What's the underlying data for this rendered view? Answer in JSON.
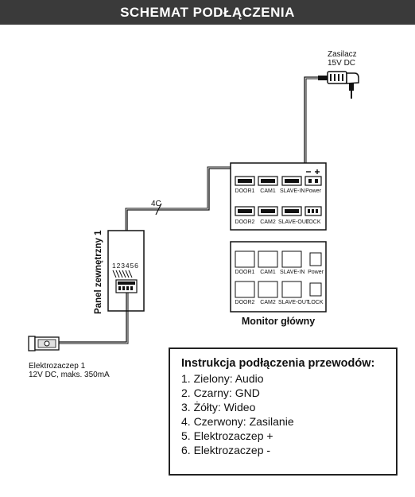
{
  "header": {
    "title": "SCHEMAT PODŁĄCZENIA"
  },
  "power_supply": {
    "line1": "Zasilacz",
    "line2": "15V DC"
  },
  "cable": {
    "label": "4C"
  },
  "panel": {
    "label": "Panel zewnętrzny 1",
    "pins": "123456"
  },
  "lock": {
    "line1": "Elektrozaczep 1",
    "line2": "12V DC, maks. 350mA"
  },
  "monitor": {
    "title": "Monitor główny",
    "back_ports": {
      "row1": [
        "DOOR1",
        "CAM1",
        "SLAVE-IN",
        "Power"
      ],
      "row2": [
        "DOOR2",
        "CAM2",
        "SLAVE-OUT",
        "LOCK"
      ]
    },
    "front_ports": {
      "row1": [
        "DOOR1",
        "CAM1",
        "SLAVE-IN",
        "Power"
      ],
      "row2": [
        "DOOR2",
        "CAM2",
        "SLAVE-OUT",
        "LOCK"
      ]
    }
  },
  "instructions": {
    "title": "Instrukcja podłączenia przewodów:",
    "items": [
      "1. Zielony: Audio",
      "2. Czarny: GND",
      "3. Żółty: Wideo",
      "4. Czerwony: Zasilanie",
      "5. Elektrozaczep +",
      "6. Elektrozaczep -"
    ]
  }
}
